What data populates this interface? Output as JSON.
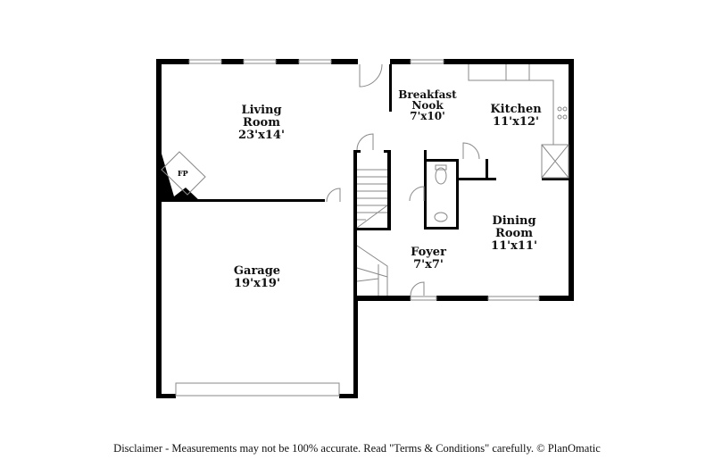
{
  "rooms": [
    {
      "name": "Living Room",
      "line1": "Living",
      "line2": "Room",
      "dims": "23'x14'"
    },
    {
      "name": "Breakfast Nook",
      "line1": "Breakfast",
      "line2": "Nook",
      "dims": "7'x10'"
    },
    {
      "name": "Kitchen",
      "line1": "Kitchen",
      "dims": "11'x12'"
    },
    {
      "name": "Dining Room",
      "line1": "Dining",
      "line2": "Room",
      "dims": "11'x11'"
    },
    {
      "name": "Foyer",
      "line1": "Foyer",
      "dims": "7'x7'"
    },
    {
      "name": "Garage",
      "line1": "Garage",
      "dims": "19'x19'"
    }
  ],
  "fireplace_label": "FP",
  "disclaimer": "Disclaimer - Measurements may not be 100% accurate. Read \"Terms & Conditions\" carefully. © PlanOmatic",
  "colors": {
    "wall": "#000000",
    "fixture": "#888888",
    "background": "#ffffff"
  }
}
